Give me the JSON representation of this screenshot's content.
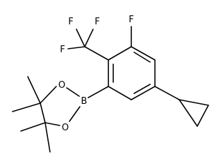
{
  "structure": {
    "atoms": {
      "f_top": "F",
      "f_cf3_a": "F",
      "f_cf3_b": "F",
      "f_cf3_c": "F",
      "boron": "B",
      "oxygen_top": "O",
      "oxygen_bottom": "O"
    }
  }
}
